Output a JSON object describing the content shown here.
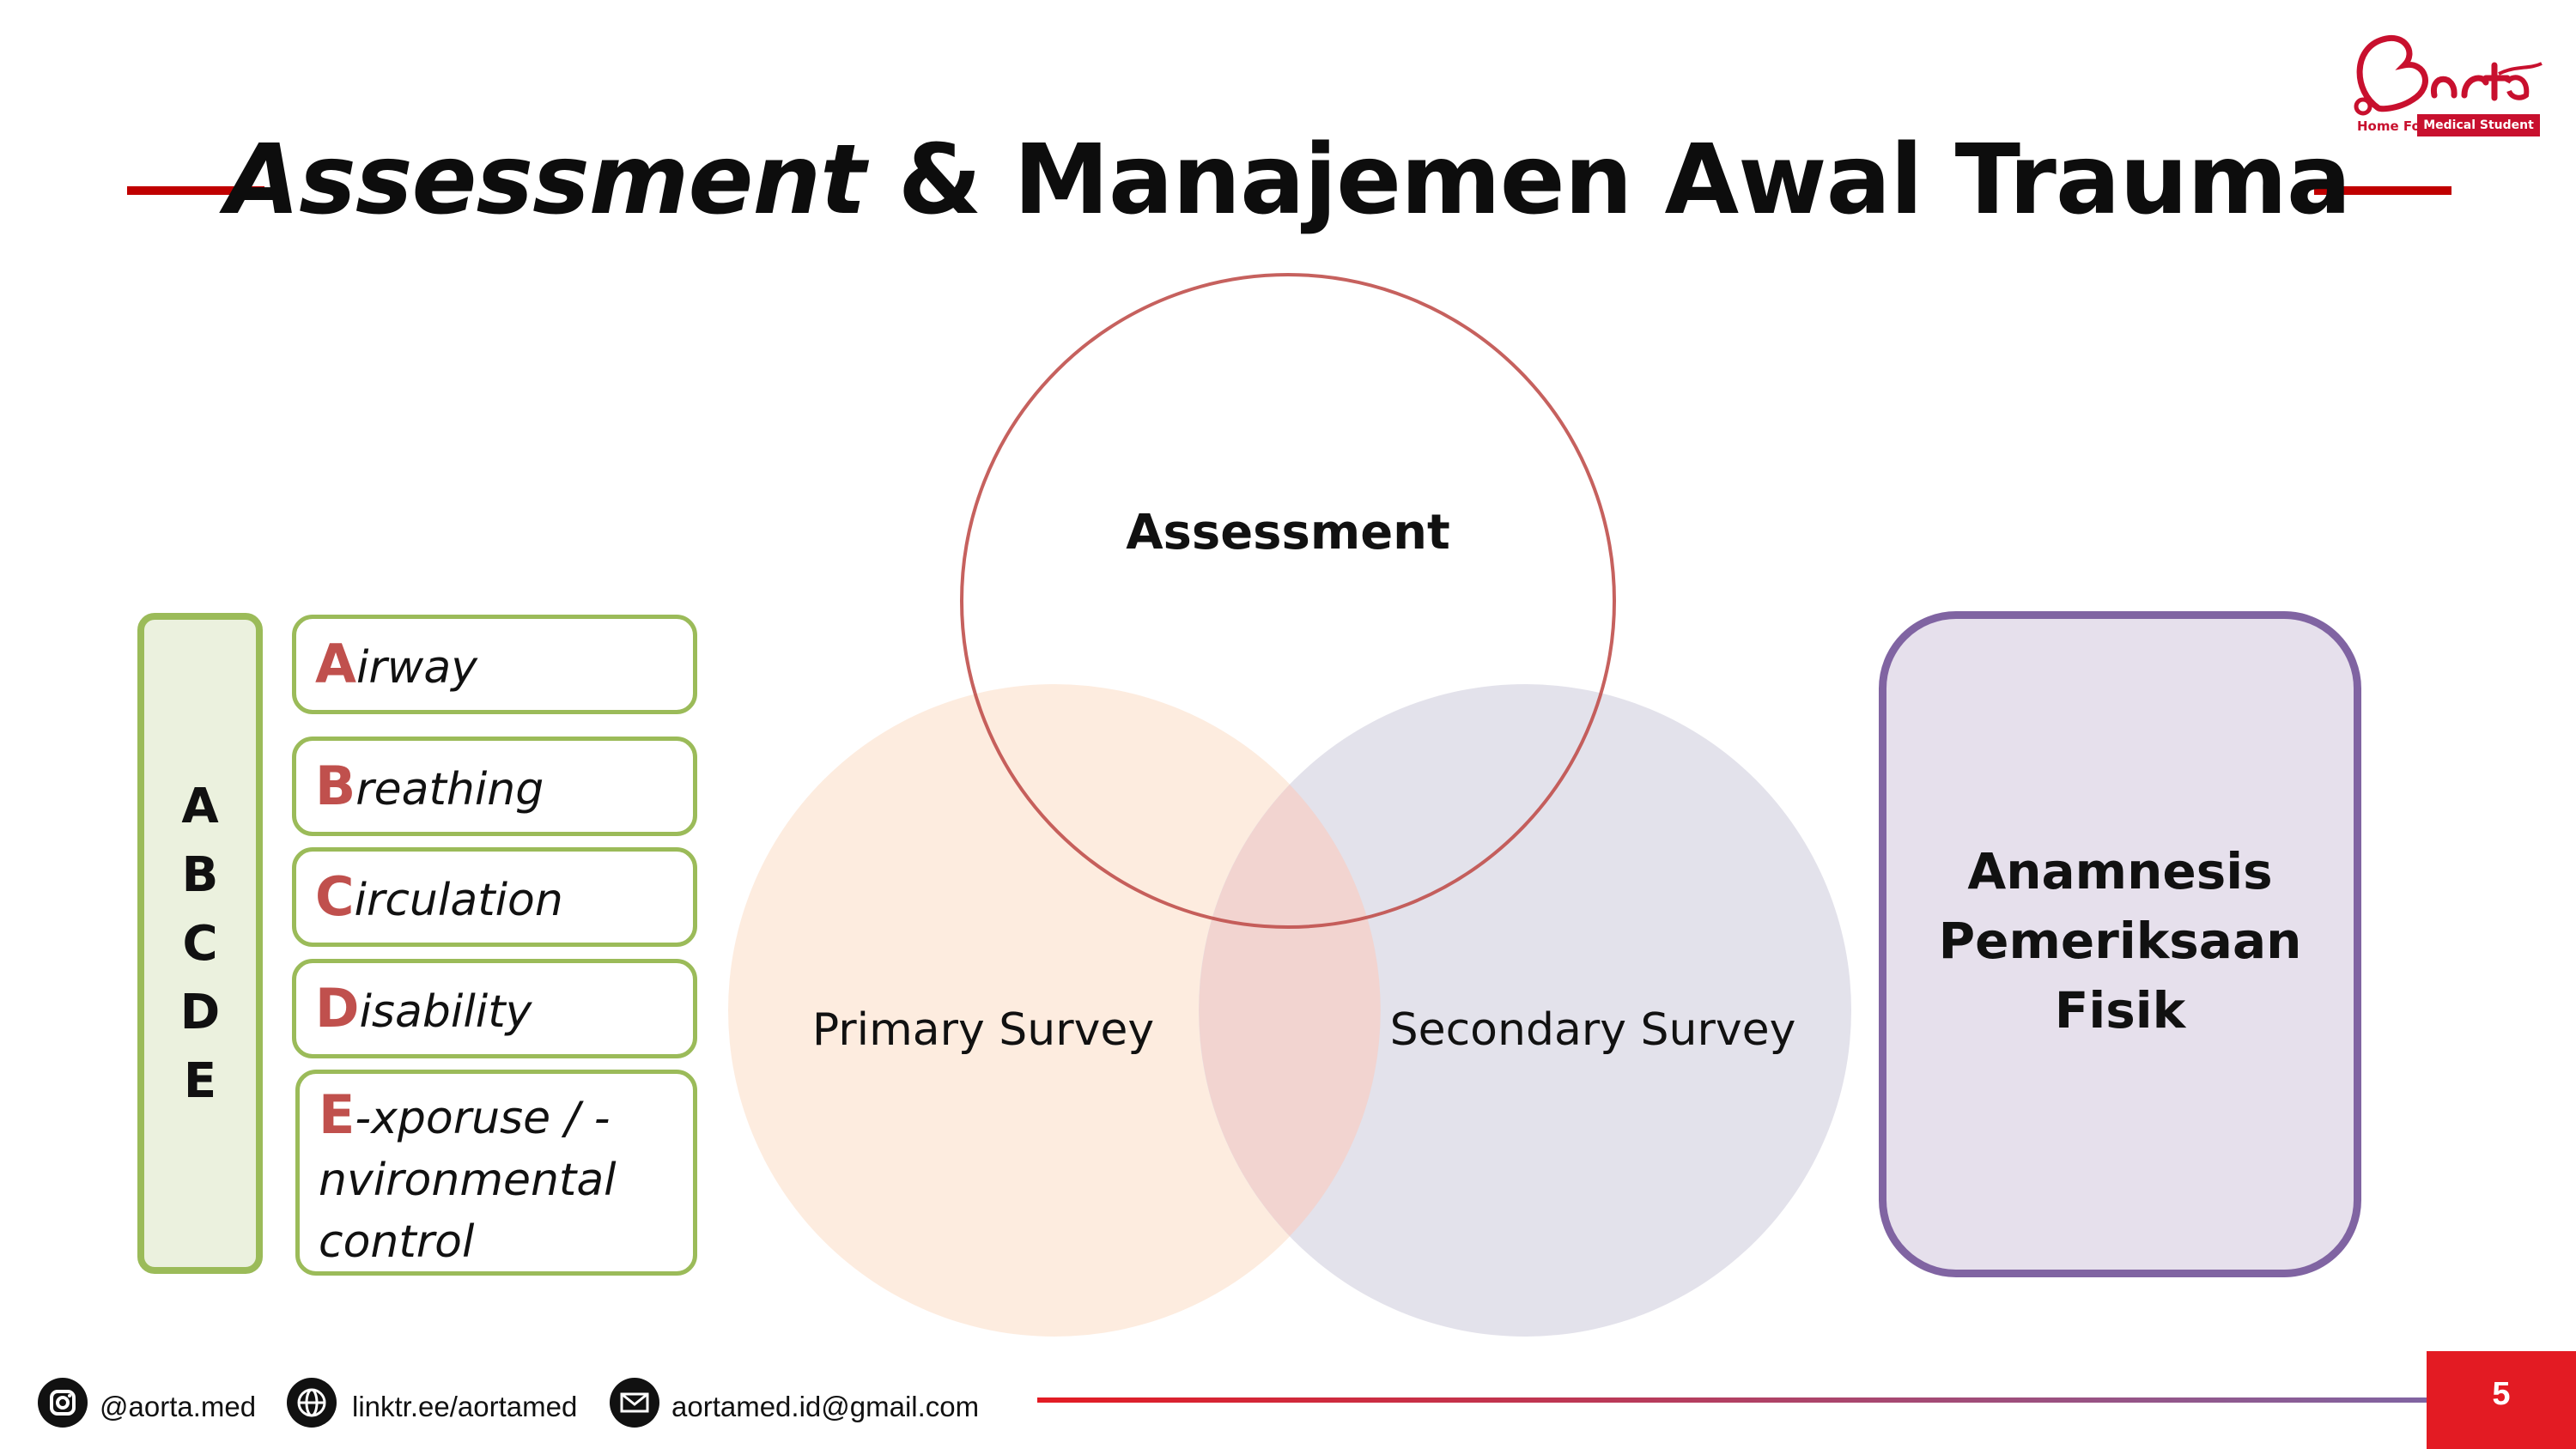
{
  "title": {
    "italic": "Assessment",
    "rest": " & Manajemen Awal Trauma"
  },
  "logo": {
    "tagline_left": "Home For",
    "tagline_right": "Medical Student"
  },
  "venn": {
    "top": "Assessment",
    "left": "Primary Survey",
    "right": "Secondary Survey"
  },
  "abcde": {
    "letters": [
      "A",
      "B",
      "C",
      "D",
      "E"
    ],
    "items": [
      {
        "initial": "A",
        "rest": "irway"
      },
      {
        "initial": "B",
        "rest": "reathing"
      },
      {
        "initial": "C",
        "rest": "irculation"
      },
      {
        "initial": "D",
        "rest": "isability"
      },
      {
        "initial": "E",
        "rest": "-xporuse / -",
        "line2": "nvironmental",
        "line3": "control"
      }
    ]
  },
  "secondary_box": {
    "lines": [
      "Anamnesis",
      "Pemeriksaan",
      "Fisik"
    ]
  },
  "footer": {
    "instagram": "@aorta.med",
    "link": "linktr.ee/aortamed",
    "email": "aortamed.id@gmail.com",
    "page": "5"
  },
  "colors": {
    "brand_red": "#c8102e",
    "title_rule": "#c00000",
    "green": "#9bbb59",
    "purple": "#8064a2",
    "assessment_circle": "#c0504d",
    "primary_fill": "#fde9d9",
    "secondary_fill": "#e0dfe8"
  }
}
